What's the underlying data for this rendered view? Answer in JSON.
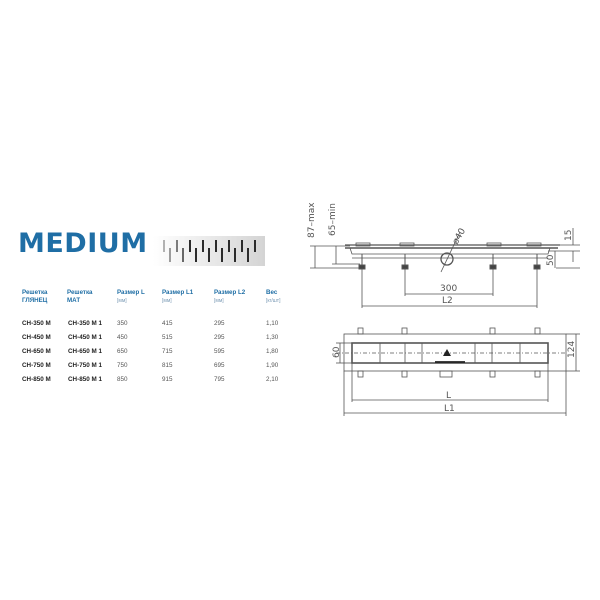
{
  "product": {
    "title": "MEDIUM",
    "colors": {
      "accent": "#1f6ea5",
      "text": "#333333",
      "drawing": "#555555"
    }
  },
  "table": {
    "headers": [
      {
        "label": "Решетка",
        "sub": "ГЛЯНЕЦ"
      },
      {
        "label": "Решетка",
        "sub": "МАТ"
      },
      {
        "label": "Размер L",
        "unit": "[мм]"
      },
      {
        "label": "Размер L1",
        "unit": "[мм]"
      },
      {
        "label": "Размер L2",
        "unit": "[мм]"
      },
      {
        "label": "Вес",
        "unit": "[кг/шт]"
      }
    ],
    "rows": [
      {
        "gloss": "CH-350 M",
        "mat": "CH-350 M 1",
        "L": "350",
        "L1": "415",
        "L2": "295",
        "weight": "1,10"
      },
      {
        "gloss": "CH-450 M",
        "mat": "CH-450 M 1",
        "L": "450",
        "L1": "515",
        "L2": "295",
        "weight": "1,30"
      },
      {
        "gloss": "CH-650 M",
        "mat": "CH-650 M 1",
        "L": "650",
        "L1": "715",
        "L2": "595",
        "weight": "1,80"
      },
      {
        "gloss": "CH-750 M",
        "mat": "CH-750 M 1",
        "L": "750",
        "L1": "815",
        "L2": "695",
        "weight": "1,90"
      },
      {
        "gloss": "CH-850 M",
        "mat": "CH-850 M 1",
        "L": "850",
        "L1": "915",
        "L2": "795",
        "weight": "2,10"
      }
    ]
  },
  "drawing": {
    "side_view": {
      "dim_max": "87–max",
      "dim_min": "65–min",
      "outlet_diameter": "ø40",
      "dim_300": "300",
      "dim_L2": "L2",
      "dim_15": "15",
      "dim_50": "50"
    },
    "top_view": {
      "dim_60": "60",
      "dim_124": "124",
      "dim_L": "L",
      "dim_L1": "L1"
    }
  }
}
